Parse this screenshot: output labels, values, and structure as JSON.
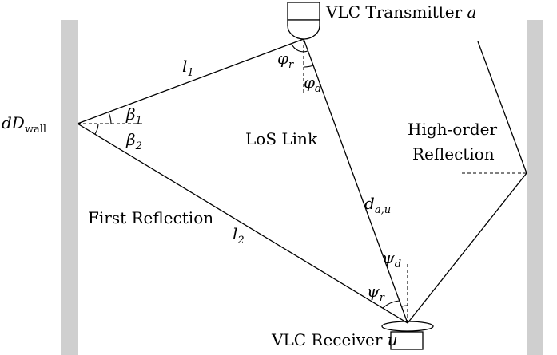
{
  "transmitter": {
    "label": "VLC Transmitter ",
    "symbol": "a"
  },
  "receiver": {
    "label": "VLC Receiver ",
    "symbol": "u"
  },
  "links": {
    "los": "LoS Link",
    "first_reflection": "First Reflection",
    "high_order_line1": "High-order",
    "high_order_line2": "Reflection"
  },
  "symbols": {
    "l1": {
      "base": "l",
      "sub": "1"
    },
    "l2": {
      "base": "l",
      "sub": "2"
    },
    "phi_r": {
      "base": "φ",
      "sub": "r"
    },
    "phi_d": {
      "base": "φ",
      "sub": "d"
    },
    "d_au": {
      "base": "d",
      "sub": "a,u"
    },
    "psi_d": {
      "base": "ψ",
      "sub": "d"
    },
    "psi_r": {
      "base": "ψ",
      "sub": "r"
    },
    "beta1": {
      "base": "β",
      "sub": "1"
    },
    "beta2": {
      "base": "β",
      "sub": "2"
    },
    "dDwall": {
      "base": "dD",
      "sub": "wall"
    }
  },
  "colors": {
    "wall": "#cfcfcf",
    "line": "#000000"
  }
}
